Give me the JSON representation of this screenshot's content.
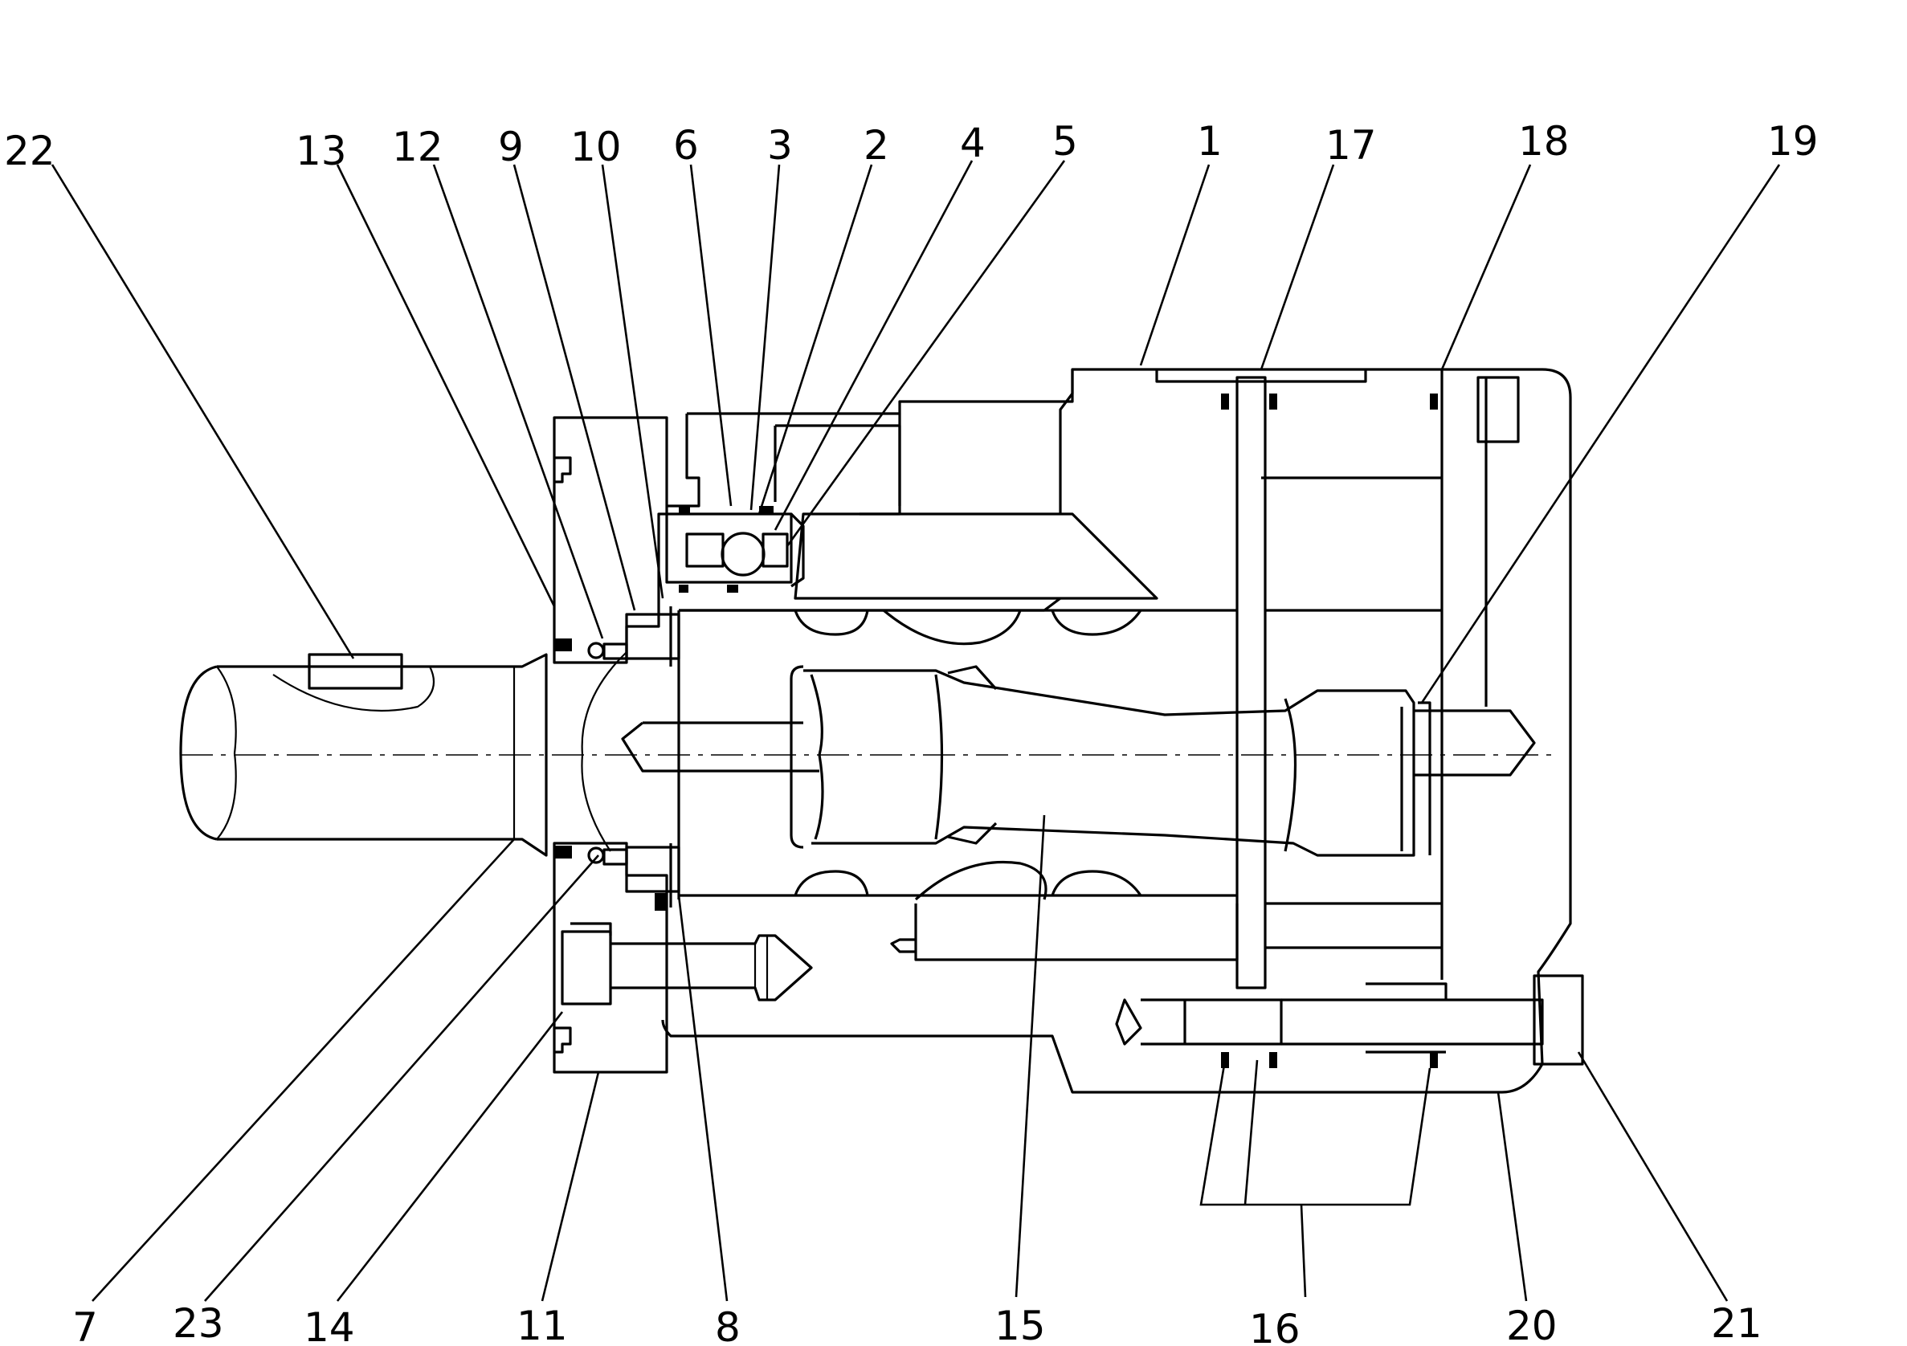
{
  "labels_top": [
    "22",
    "13",
    "12",
    "9",
    "10",
    "6",
    "3",
    "2",
    "4",
    "5",
    "1",
    "17",
    "18",
    "19"
  ],
  "labels_bottom": [
    "7",
    "23",
    "14",
    "11",
    "8",
    "15",
    "16",
    "20",
    "21"
  ],
  "colors": {
    "line": "#000000",
    "background": "#ffffff"
  }
}
